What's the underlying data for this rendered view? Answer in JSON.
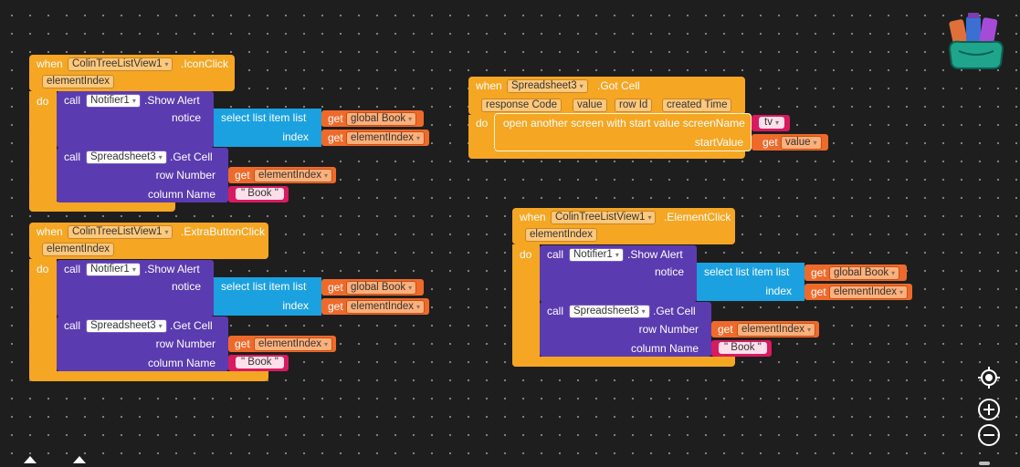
{
  "kw": {
    "when": "when",
    "do": "do",
    "call": "call",
    "get": "get",
    "quote_open": "\"",
    "quote_close": "\""
  },
  "block1": {
    "component": "ColinTreeListView1",
    "event": ".IconClick",
    "param": "elementIndex",
    "call1": {
      "component": "Notifier1",
      "method": ".Show Alert",
      "arg": "notice",
      "list_block": {
        "label": "select list item  list",
        "index_label": "index"
      },
      "list_var": "global Book",
      "index_var": "elementIndex"
    },
    "call2": {
      "component": "Spreadsheet3",
      "method": ".Get Cell",
      "arg1": "row Number",
      "arg2": "column Name",
      "row_var": "elementIndex",
      "col_text": "Book"
    }
  },
  "block2": {
    "component": "ColinTreeListView1",
    "event": ".ExtraButtonClick",
    "param": "elementIndex",
    "call1": {
      "component": "Notifier1",
      "method": ".Show Alert",
      "arg": "notice",
      "list_block": {
        "label": "select list item  list",
        "index_label": "index"
      },
      "list_var": "global Book",
      "index_var": "elementIndex"
    },
    "call2": {
      "component": "Spreadsheet3",
      "method": ".Get Cell",
      "arg1": "row Number",
      "arg2": "column Name",
      "row_var": "elementIndex",
      "col_text": "Book"
    }
  },
  "block3": {
    "component": "Spreadsheet3",
    "event": ".Got Cell",
    "params": [
      "response Code",
      "value",
      "row Id",
      "created Time"
    ],
    "action": "open another screen with start value  screenName",
    "arg2": "startValue",
    "screen_text": "tv",
    "value_var": "value"
  },
  "block4": {
    "component": "ColinTreeListView1",
    "event": ".ElementClick",
    "param": "elementIndex",
    "call1": {
      "component": "Notifier1",
      "method": ".Show Alert",
      "arg": "notice",
      "list_block": {
        "label": "select list item  list",
        "index_label": "index"
      },
      "list_var": "global Book",
      "index_var": "elementIndex"
    },
    "call2": {
      "component": "Spreadsheet3",
      "method": ".Get Cell",
      "arg1": "row Number",
      "arg2": "column Name",
      "row_var": "elementIndex",
      "col_text": "Book"
    }
  },
  "icons": [
    "backpack-icon",
    "recenter-icon",
    "zoom-in-icon",
    "zoom-out-icon"
  ],
  "colors": {
    "event": "#f5a623",
    "procedure": "#5b3bb0",
    "list": "#1ba1e0",
    "variable": "#ee6a2b",
    "text": "#d81b60"
  }
}
